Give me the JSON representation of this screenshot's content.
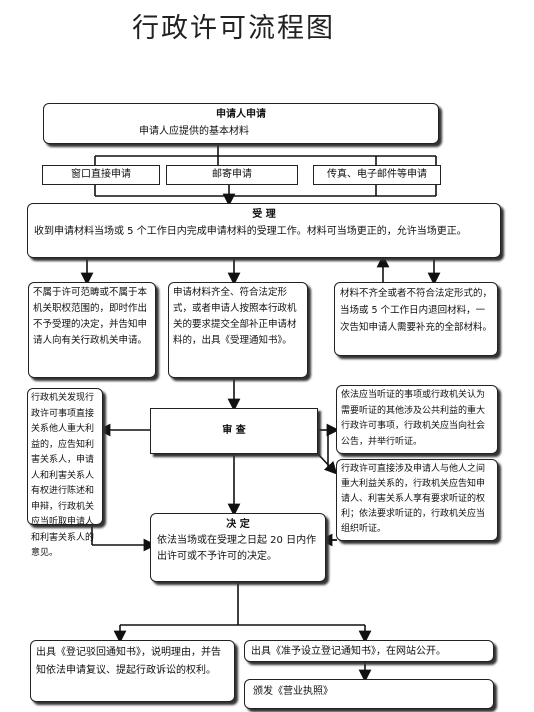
{
  "title": "行政许可流程图",
  "apply": {
    "heading": "申请人申请",
    "sub": "申请人应提供的基本材料",
    "methods": [
      "窗口直接申请",
      "邮寄申请",
      "传真、电子邮件等申请"
    ]
  },
  "accept": {
    "heading": "受  理",
    "text": "收到申请材料当场或 5 个工作日内完成申请材料的受理工作。材料可当场更正的，允许当场更正。"
  },
  "branches": {
    "left": "不属于许可范畴或不属于本机关职权范围的，即时作出不予受理的决定，并告知申请人向有关行政机关申请。",
    "middle": "申请材料齐全、符合法定形式，或者申请人按照本行政机关的要求提交全部补正申请材料的，出具《受理通知书》。",
    "right": "材料不齐全或者不符合法定形式的，当场或 5 个工作日内退回材料，一次告知申请人需要补充的全部材料。"
  },
  "review": {
    "heading": "审  查",
    "left_note": "行政机关发现行政许可事项直接关系他人重大利益的，应告知利害关系人，申请人和利害关系人有权进行陈述和申辩，行政机关应当听取申请人和利害关系人的意见。",
    "right_note1": "依法应当听证的事项或行政机关认为需要听证的其他涉及公共利益的重大行政许可事项，行政机关应当向社会公告，并举行听证。",
    "right_note2": "行政许可直接涉及申请人与他人之间重大利益关系的，行政机关应告知申请人、利害关系人享有要求听证的权利；依法要求听证的，行政机关应当组织听证。"
  },
  "decision": {
    "heading": "决  定",
    "text": "依法当场或在受理之日起 20 日内作出许可或不予许可的决定。"
  },
  "outcomes": {
    "reject": "出具《登记驳回通知书》，说明理由，并告知依法申请复议、提起行政诉讼的权利。",
    "approve": "出具《准予设立登记通知书》，在网站公开。",
    "license": "颁发《营业执照》"
  }
}
